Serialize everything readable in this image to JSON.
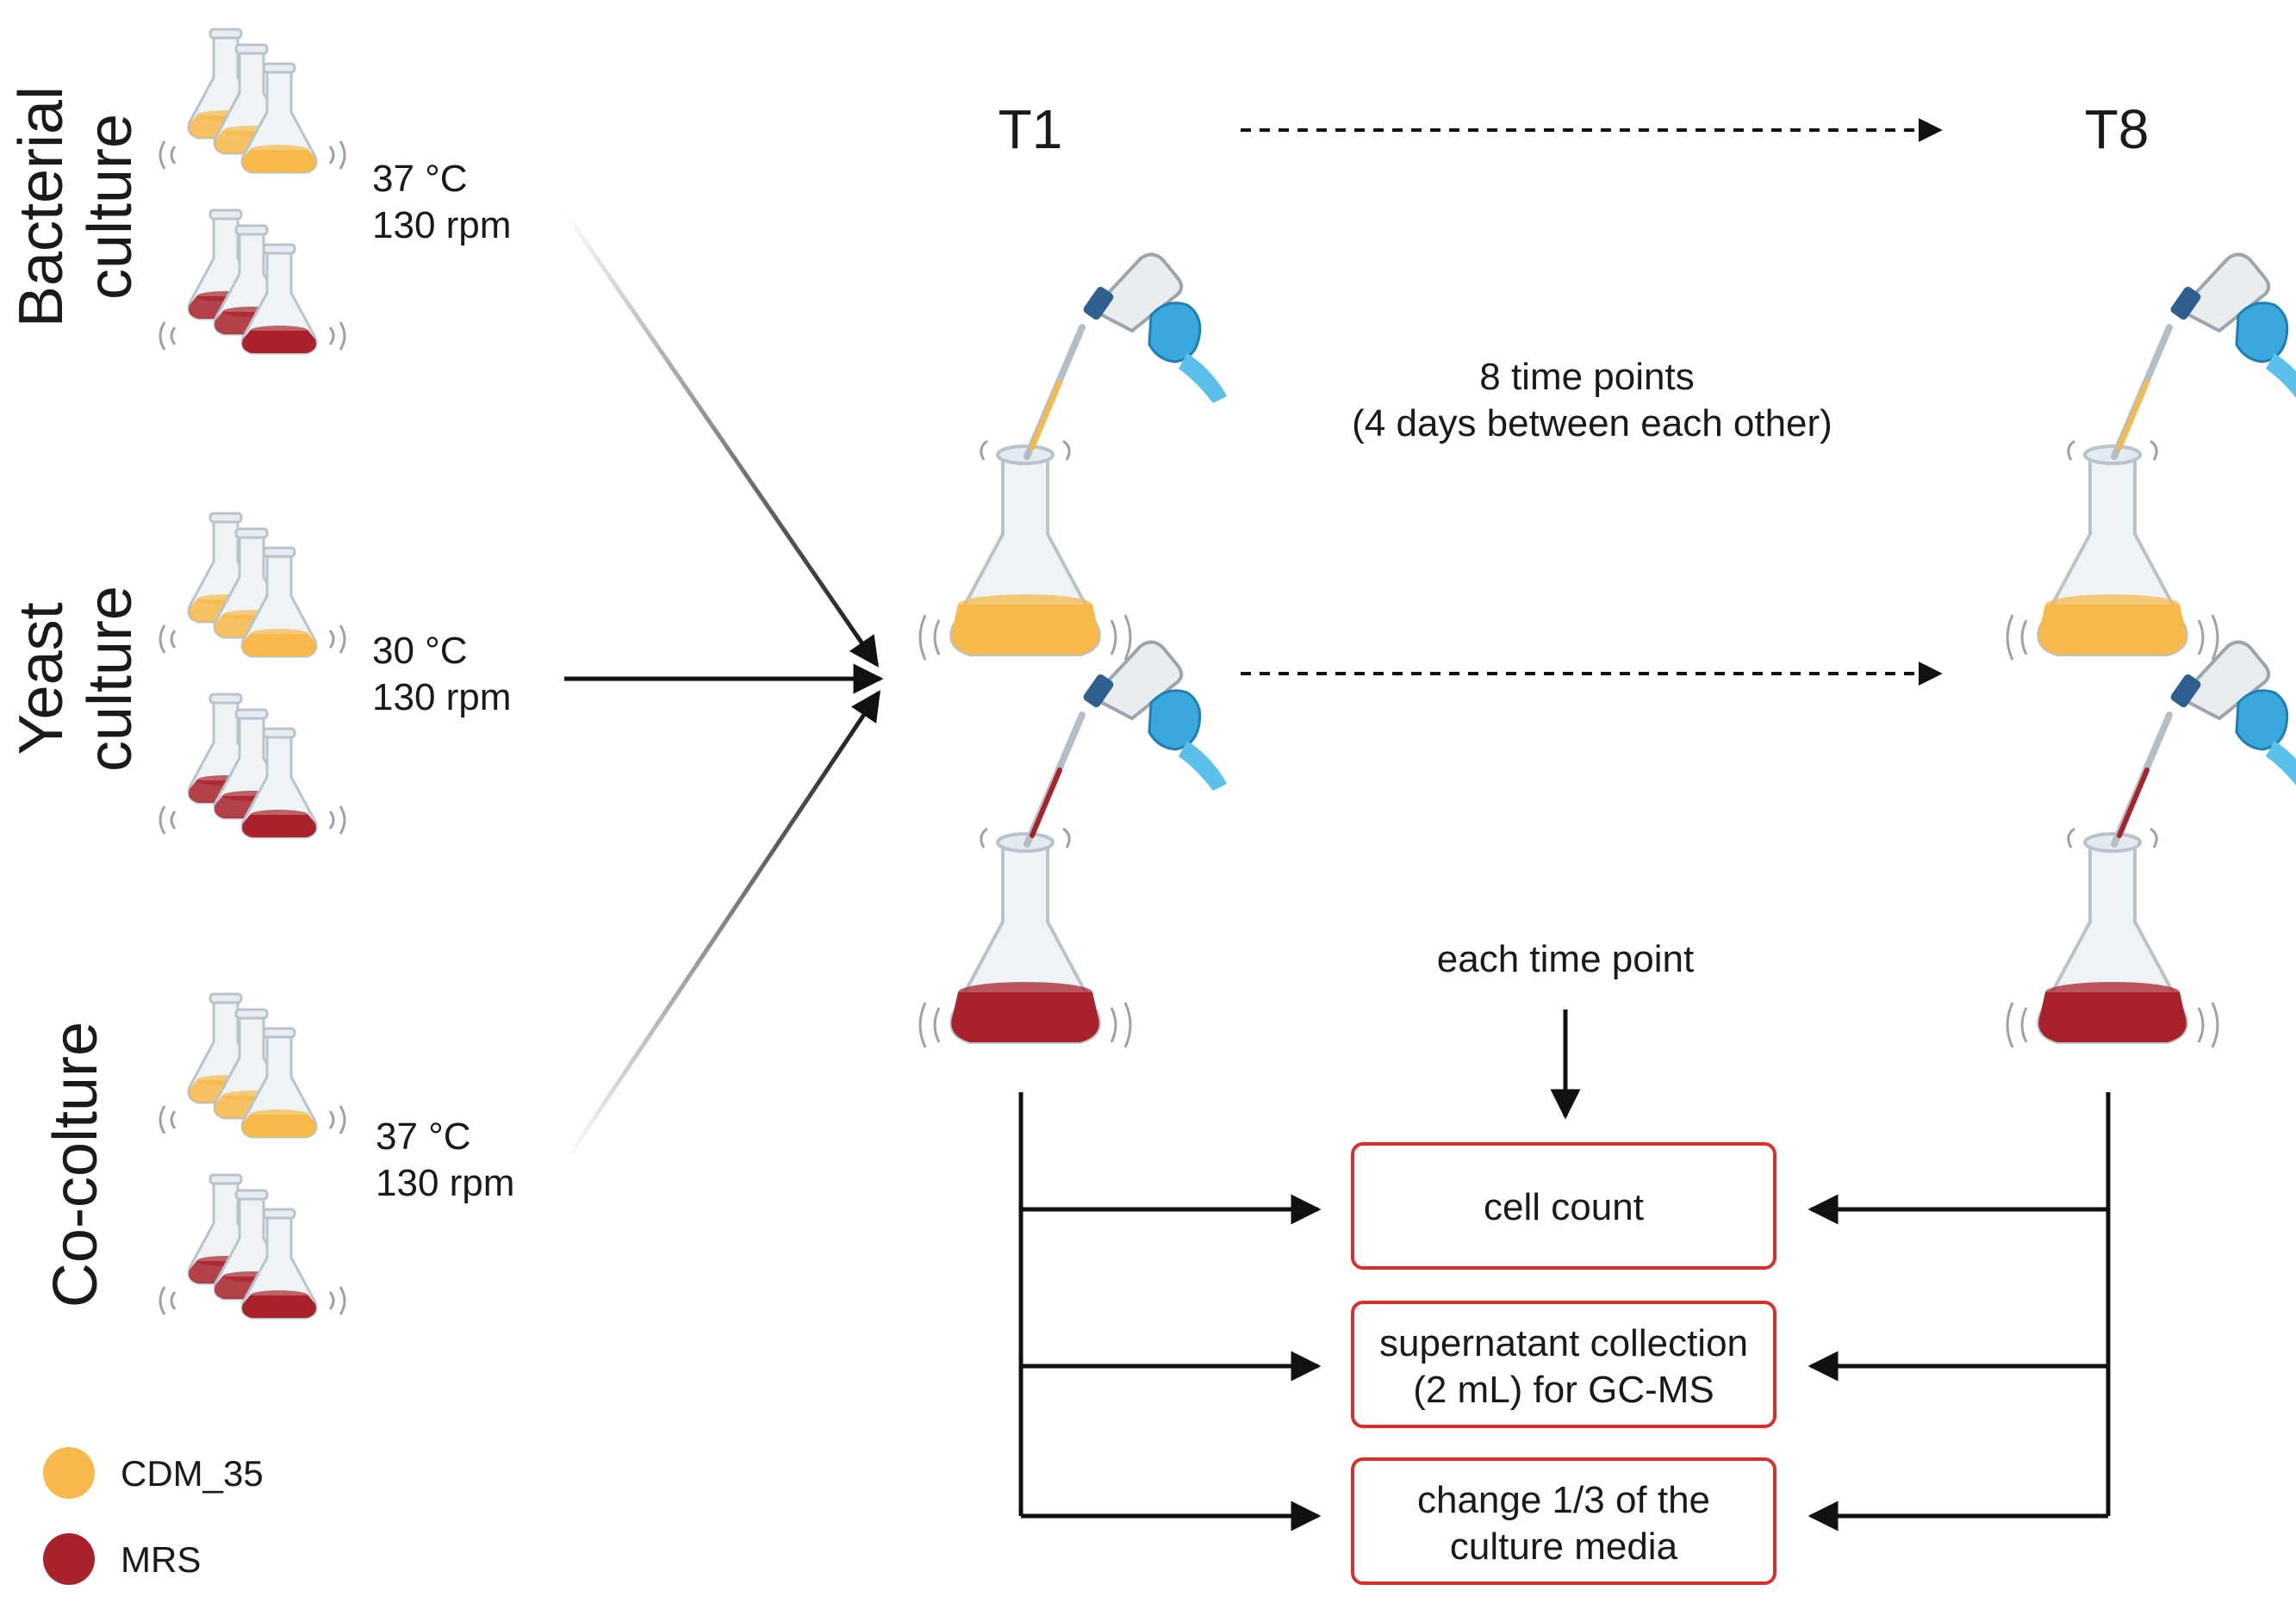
{
  "groups": [
    {
      "label": "Bacterial",
      "label2": "culture",
      "temp": "37 °C",
      "rpm": "130 rpm"
    },
    {
      "label": "Yeast",
      "label2": "culture",
      "temp": "30 °C",
      "rpm": "130 rpm"
    },
    {
      "label": "Co-colture",
      "label2": "",
      "temp": "37 °C",
      "rpm": "130 rpm"
    }
  ],
  "timepoints": {
    "start": "T1",
    "end": "T8"
  },
  "interval_note": {
    "line1": "8 time points",
    "line2": "(4 days between each other)"
  },
  "each_time_point": "each time point",
  "actions": [
    {
      "line1": "cell count",
      "line2": ""
    },
    {
      "line1": "supernatant collection",
      "line2": "(2 mL) for GC-MS"
    },
    {
      "line1": "change 1/3 of the",
      "line2": "culture media"
    }
  ],
  "legend": [
    {
      "label": "CDM_35",
      "color": "#f7b94a"
    },
    {
      "label": "MRS",
      "color": "#a9222b"
    }
  ],
  "colors": {
    "yellow_medium": "#f7b94a",
    "red_medium": "#a9222b",
    "box_border": "#d9302f",
    "glove": "#3aa8dd",
    "pipette": "#2f5f8f"
  },
  "icons": [
    "flask-icon",
    "shaking-flask-icon",
    "pipette-icon",
    "gloved-hand-icon"
  ]
}
